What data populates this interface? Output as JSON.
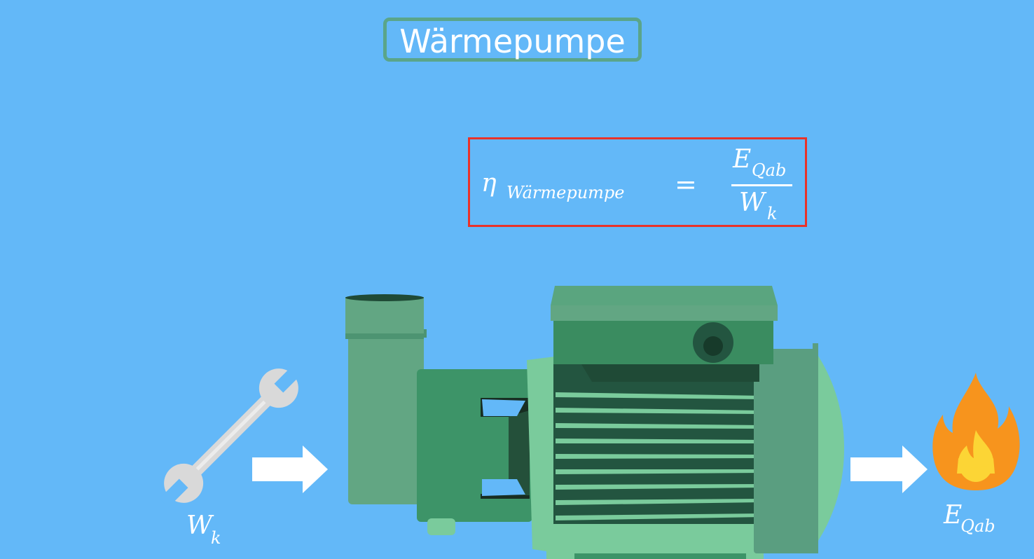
{
  "title": "Wärmepumpe",
  "formula": {
    "lhs_symbol": "η",
    "lhs_subscript": "Wärmepumpe",
    "operator": "=",
    "numerator_symbol": "E",
    "numerator_subscript": "Qab",
    "denominator_symbol": "W",
    "denominator_subscript": "k"
  },
  "input_label": {
    "symbol": "W",
    "subscript": "k"
  },
  "output_label": {
    "symbol": "E",
    "subscript": "Qab"
  },
  "icons": {
    "input": "wrench-icon",
    "device": "water-pump-icon",
    "output": "flame-icon",
    "arrows": "right-arrow-icon"
  },
  "colors": {
    "background": "#63b8f8",
    "title_border": "#5aa58a",
    "formula_border": "#e9322a",
    "pump_green": "#3d9468",
    "flame_orange": "#f7941d"
  }
}
